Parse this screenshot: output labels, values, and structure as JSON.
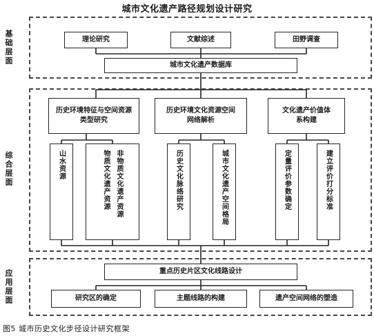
{
  "title": "城市文化遗产路径规划设计研究",
  "layers": {
    "foundation": "基础层面",
    "comprehensive": "综合层面",
    "application": "应用层面"
  },
  "foundation": {
    "boxes": [
      "理论研究",
      "文献综述",
      "田野调查"
    ],
    "database": "城市文化遗产数据库"
  },
  "comprehensive": {
    "headers": [
      "历史环境特征与空间资源类型研究",
      "历史环境文化资源空间网络解析",
      "文化遗产价值体系构建"
    ],
    "subs": [
      "山水资源",
      "物质文化遗产资源",
      "非物质文化遗产资源",
      "历史文化脉络研究",
      "城市文化遗产空间格局",
      "定量评价参数确定",
      "建立评价打分标准"
    ]
  },
  "application": {
    "main": "重点历史片区文化线路设计",
    "boxes": [
      "研究区的确定",
      "主题线路的构建",
      "遗产空间网络的塑造"
    ]
  },
  "caption": "图5  城市历史文化步径设计研究框架"
}
